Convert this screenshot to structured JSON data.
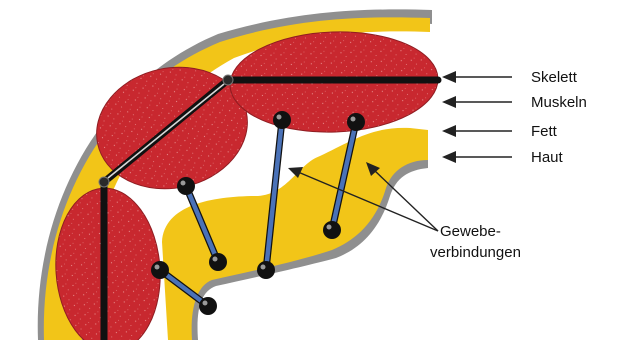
{
  "labels": {
    "skelett": "Skelett",
    "muskeln": "Muskeln",
    "fett": "Fett",
    "haut": "Haut",
    "gewebe_line1": "Gewebe-",
    "gewebe_line2": "verbindungen"
  },
  "colors": {
    "skin_outer": "#8f8f8f",
    "fat": "#f2c518",
    "muscle": "#c8282f",
    "skeleton": "#111111",
    "connector": "#4a72b8",
    "connector_node": "#111111",
    "arrow": "#222222",
    "text": "#111111"
  }
}
